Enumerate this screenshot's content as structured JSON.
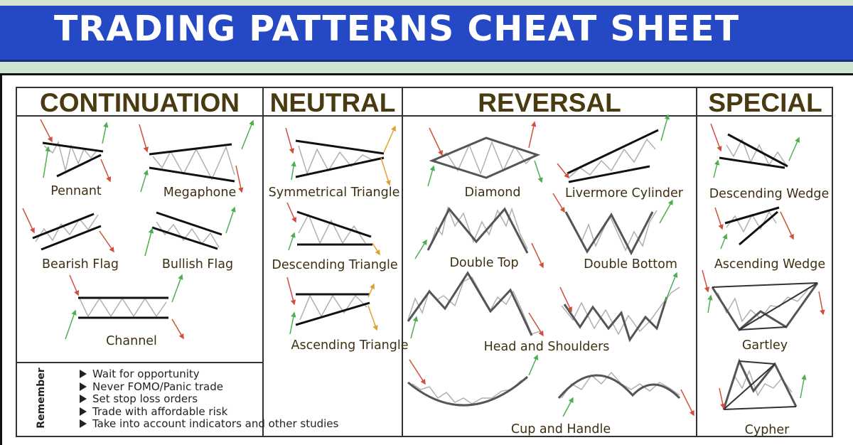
{
  "header": {
    "title": "TRADING PATTERNS CHEAT SHEET"
  },
  "categories": {
    "continuation": "CONTINUATION",
    "neutral": "NEUTRAL",
    "reversal": "REVERSAL",
    "special": "SPECIAL"
  },
  "patterns": {
    "pennant": "Pennant",
    "megaphone": "Megaphone",
    "bearish_flag": "Bearish Flag",
    "bullish_flag": "Bullish Flag",
    "channel": "Channel",
    "symmetrical_triangle": "Symmetrical Triangle",
    "descending_triangle": "Descending Triangle",
    "ascending_triangle": "Ascending Triangle",
    "diamond": "Diamond",
    "livermore_cylinder": "Livermore Cylinder",
    "double_top": "Double Top",
    "double_bottom": "Double Bottom",
    "head_and_shoulders": "Head and Shoulders",
    "cup_and_handle": "Cup and Handle",
    "descending_wedge": "Descending Wedge",
    "ascending_wedge": "Ascending Wedge",
    "gartley": "Gartley",
    "cypher": "Cypher"
  },
  "remember": {
    "title": "Remember",
    "tips": [
      "Wait for opportunity",
      "Never FOMO/Panic trade",
      "Set stop loss orders",
      "Trade with affordable risk",
      "Take into account indicators and other studies"
    ]
  },
  "colors": {
    "banner": "#2549c4",
    "background": "#cfe4cf",
    "heading": "#4a3a10",
    "down_arrow": "#d0503c",
    "up_arrow": "#4caf50",
    "breakout": "#e0a030",
    "price_line": "#b0b0b0",
    "trend_line": "#111111"
  }
}
